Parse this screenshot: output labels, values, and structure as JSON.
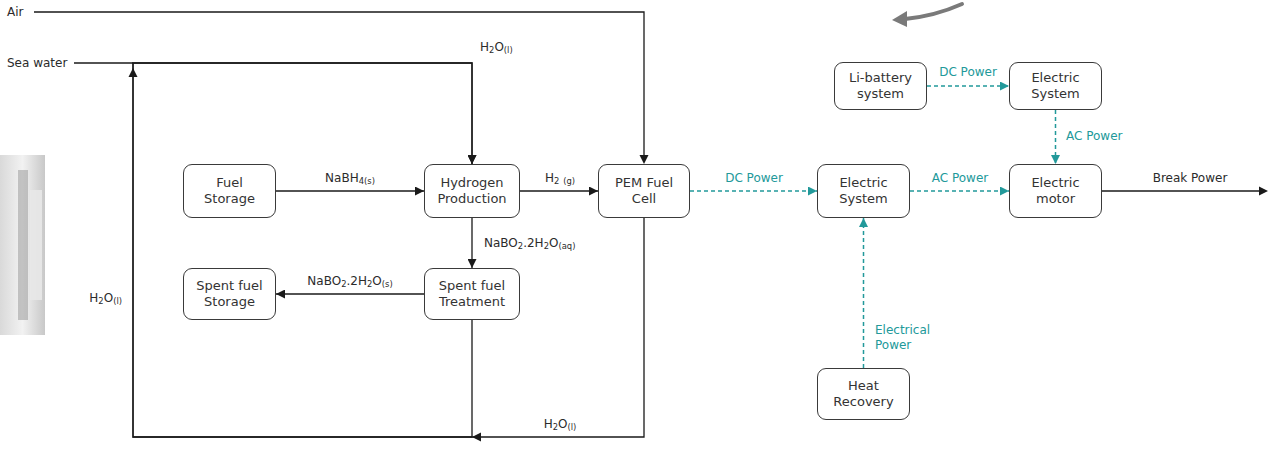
{
  "diagram": {
    "nodes": [
      {
        "text": [
          "Li-battery system"
        ]
      },
      {
        "text": [
          "Electric System"
        ]
      },
      {
        "text": [
          "Fuel Storage"
        ]
      },
      {
        "text": [
          "Hydrogen Production"
        ]
      },
      {
        "text": [
          "PEM Fuel Cell"
        ]
      },
      {
        "text": [
          "Electric System"
        ]
      },
      {
        "text": [
          "Electric motor"
        ]
      },
      {
        "text": [
          "Spent fuel Storage"
        ]
      },
      {
        "text": [
          "Spent fuel Treatment"
        ]
      },
      {
        "text": [
          "Heat Recovery"
        ]
      }
    ],
    "edges": [
      {
        "from": 0,
        "to": 1,
        "arrow": "to",
        "label": "DC Power"
      },
      {
        "from": 1,
        "to": 6,
        "arrow": "to",
        "label": "AC Power"
      },
      {
        "from": 2,
        "to": 3,
        "arrow": "to",
        "label": "NaBH4(s)"
      },
      {
        "from": 3,
        "to": 4,
        "arrow": "to",
        "label": "H2 (g)"
      },
      {
        "from": 4,
        "to": 5,
        "arrow": "to",
        "label": "DC Power"
      },
      {
        "from": 5,
        "to": 6,
        "arrow": "to",
        "label": "AC Power"
      },
      {
        "from": 9,
        "to": 5,
        "arrow": "to",
        "label": "Electrical Power"
      },
      {
        "from": 3,
        "to": 8,
        "arrow": "to",
        "label": "NaBO2.2H2O(aq)"
      },
      {
        "from": 8,
        "to": 7,
        "arrow": "to",
        "label": "NaBO2.2H2O(s)"
      },
      {
        "from": 4,
        "to": 3,
        "arrow": "to",
        "label": "H2O(l)"
      },
      {
        "from": 8,
        "to": 3,
        "arrow": "to",
        "label": "H2O(l)"
      }
    ],
    "labels": [
      "Air",
      "Sea water",
      "H2O(l)",
      "Break Power"
    ]
  }
}
